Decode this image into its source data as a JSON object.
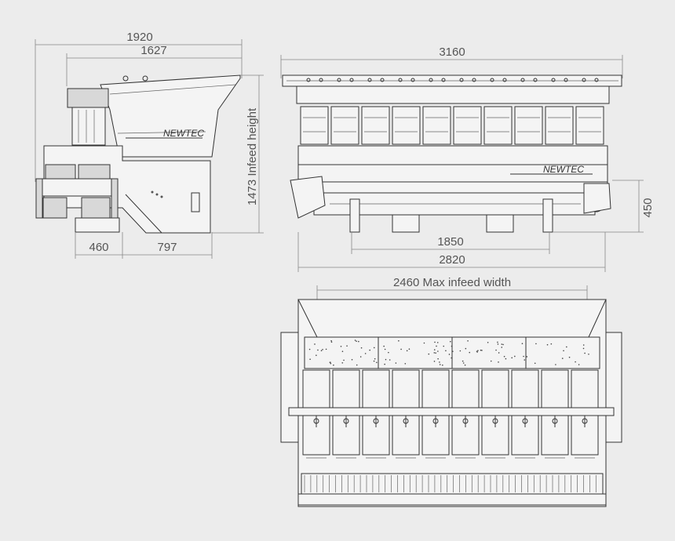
{
  "dimensions": {
    "side_total_width": "1920",
    "side_hopper_width": "1627",
    "side_infeed_height": "1473 Infeed height",
    "side_base_left": "460",
    "side_base_right": "797",
    "front_total_width": "3160",
    "front_frame_width": "2820",
    "front_leg_span": "1850",
    "front_outlet_height": "450",
    "top_max_infeed_width": "2460 Max infeed width"
  },
  "branding": {
    "side_logo": "NEWTEC",
    "front_logo": "NEWTEC"
  },
  "colors": {
    "background": "#ececec",
    "line": "#333333",
    "dimension_text": "#555555"
  }
}
